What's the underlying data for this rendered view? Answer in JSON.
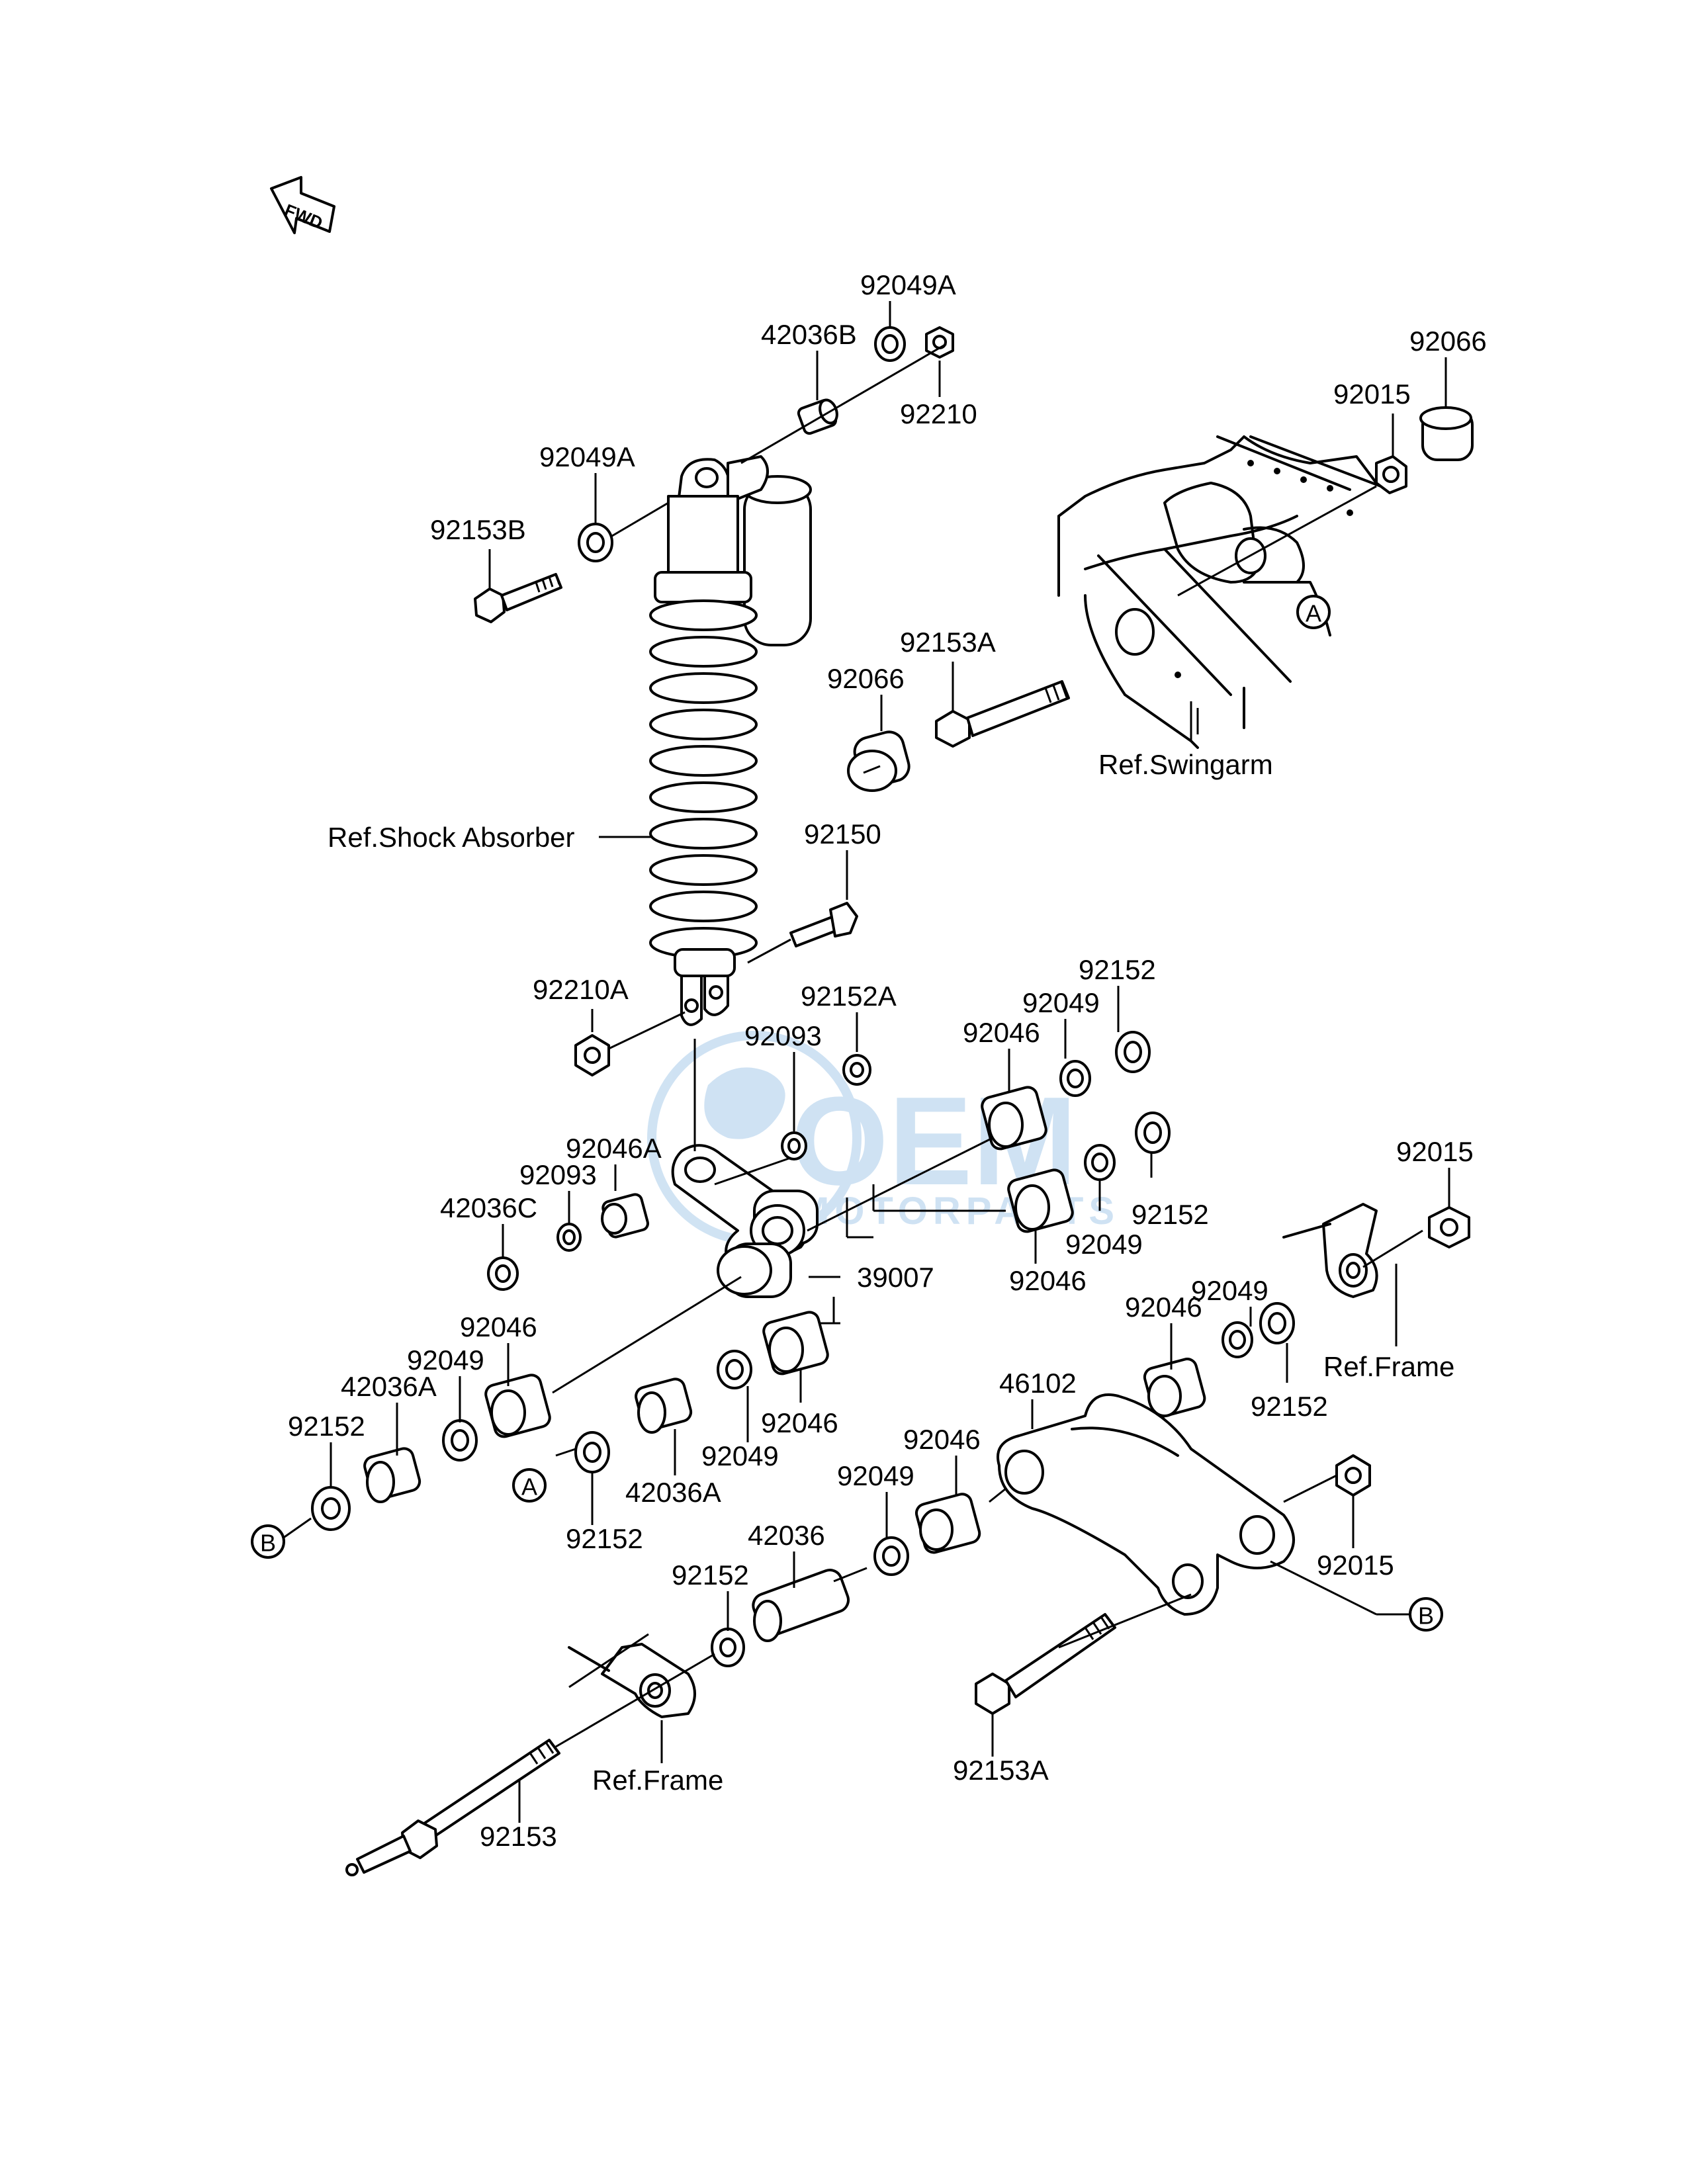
{
  "fwd_indicator": "FWD",
  "watermark": {
    "brand": "OEM",
    "sub": "MOTORPARTS",
    "color": "#bcd7ee"
  },
  "ref_labels": {
    "shock_absorber": "Ref.Shock Absorber",
    "swingarm": "Ref.Swingarm",
    "frame_right": "Ref.Frame",
    "frame_bottom": "Ref.Frame"
  },
  "connectors": {
    "a": "A",
    "b": "B"
  },
  "part_labels": [
    "92049A",
    "42036B",
    "92210",
    "92066",
    "92015",
    "92049A",
    "92153B",
    "92066",
    "92153A",
    "92150",
    "92210A",
    "92152A",
    "92093",
    "92152",
    "92049",
    "92046",
    "92046A",
    "92093",
    "42036C",
    "92152",
    "92049",
    "92046",
    "39007",
    "92015",
    "92049",
    "92046",
    "92152",
    "92046",
    "92049",
    "42036A",
    "92152",
    "46102",
    "92046",
    "92049",
    "42036A",
    "92046",
    "92152",
    "92049",
    "92015",
    "42036",
    "92152",
    "92153A",
    "92153"
  ]
}
